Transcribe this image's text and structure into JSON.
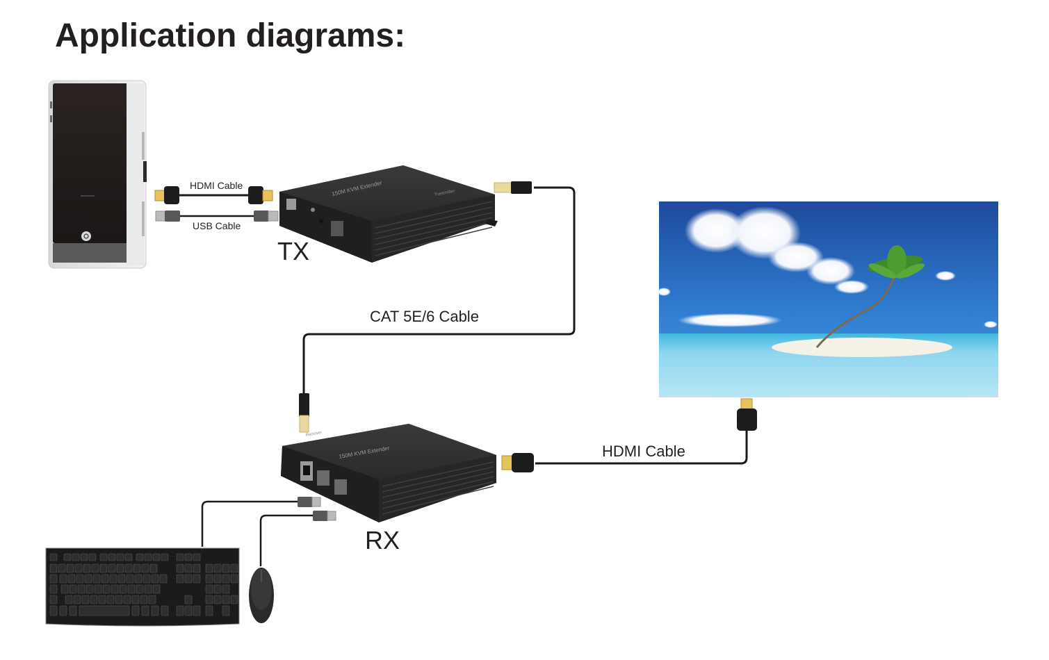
{
  "title": "Application diagrams:",
  "devices": {
    "computer": {
      "name": "PC tower",
      "icon": "computer-tower-icon"
    },
    "transmitter": {
      "label": "TX",
      "model_text": "150M KVM Extender",
      "subtitle": "Transmitter"
    },
    "receiver": {
      "label": "RX",
      "model_text": "150M KVM Extender",
      "subtitle": "Receiver"
    },
    "display": {
      "name": "Monitor / display",
      "scene": "tropical island with palm tree"
    },
    "keyboard": {
      "name": "USB keyboard"
    },
    "mouse": {
      "name": "USB mouse"
    }
  },
  "cables": {
    "pc_hdmi": "HDMI Cable",
    "pc_usb": "USB Cable",
    "cat": "CAT 5E/6 Cable",
    "display_hdmi": "HDMI Cable"
  },
  "colors": {
    "text": "#231f20",
    "device_body": "#2b2b2d",
    "cable": "#1a1a1a",
    "hdmi_gold": "#e8c25a",
    "sky_top": "#1f4fa0",
    "sky_bottom": "#3f8fd6",
    "sea": "#7fd0ea",
    "sand": "#f4f1e6"
  }
}
